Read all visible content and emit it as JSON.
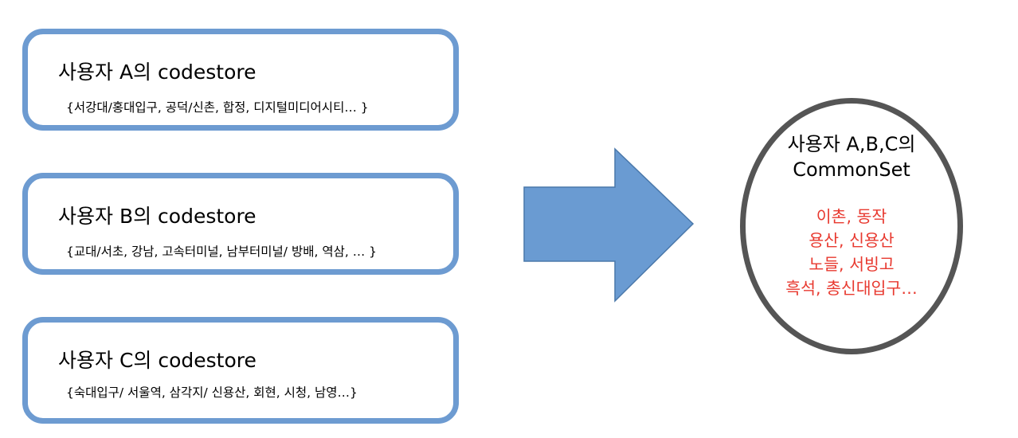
{
  "codestores": [
    {
      "title": "사용자 A의 codestore",
      "items": "{서강대/홍대입구, 공덕/신촌, 합정, 디지털미디어시티… }"
    },
    {
      "title": "사용자 B의 codestore",
      "items": "{교대/서초, 강남, 고속터미널, 남부터미널/ 방배, 역삼, … }"
    },
    {
      "title": "사용자 C의 codestore",
      "items": "{숙대입구/ 서울역, 삼각지/ 신용산, 회현, 시청, 남영…}"
    }
  ],
  "common_set": {
    "title_lines": [
      "사용자 A,B,C의",
      "CommonSet"
    ],
    "items_lines": [
      "이촌, 동작",
      "용산, 신용산",
      "노들, 서빙고",
      "흑석, 총신대입구…"
    ]
  },
  "colors": {
    "box_border": "#6d9bd1",
    "arrow_fill": "#6a9bd2",
    "circle_border": "#555555",
    "common_items_text": "#e8392f"
  }
}
